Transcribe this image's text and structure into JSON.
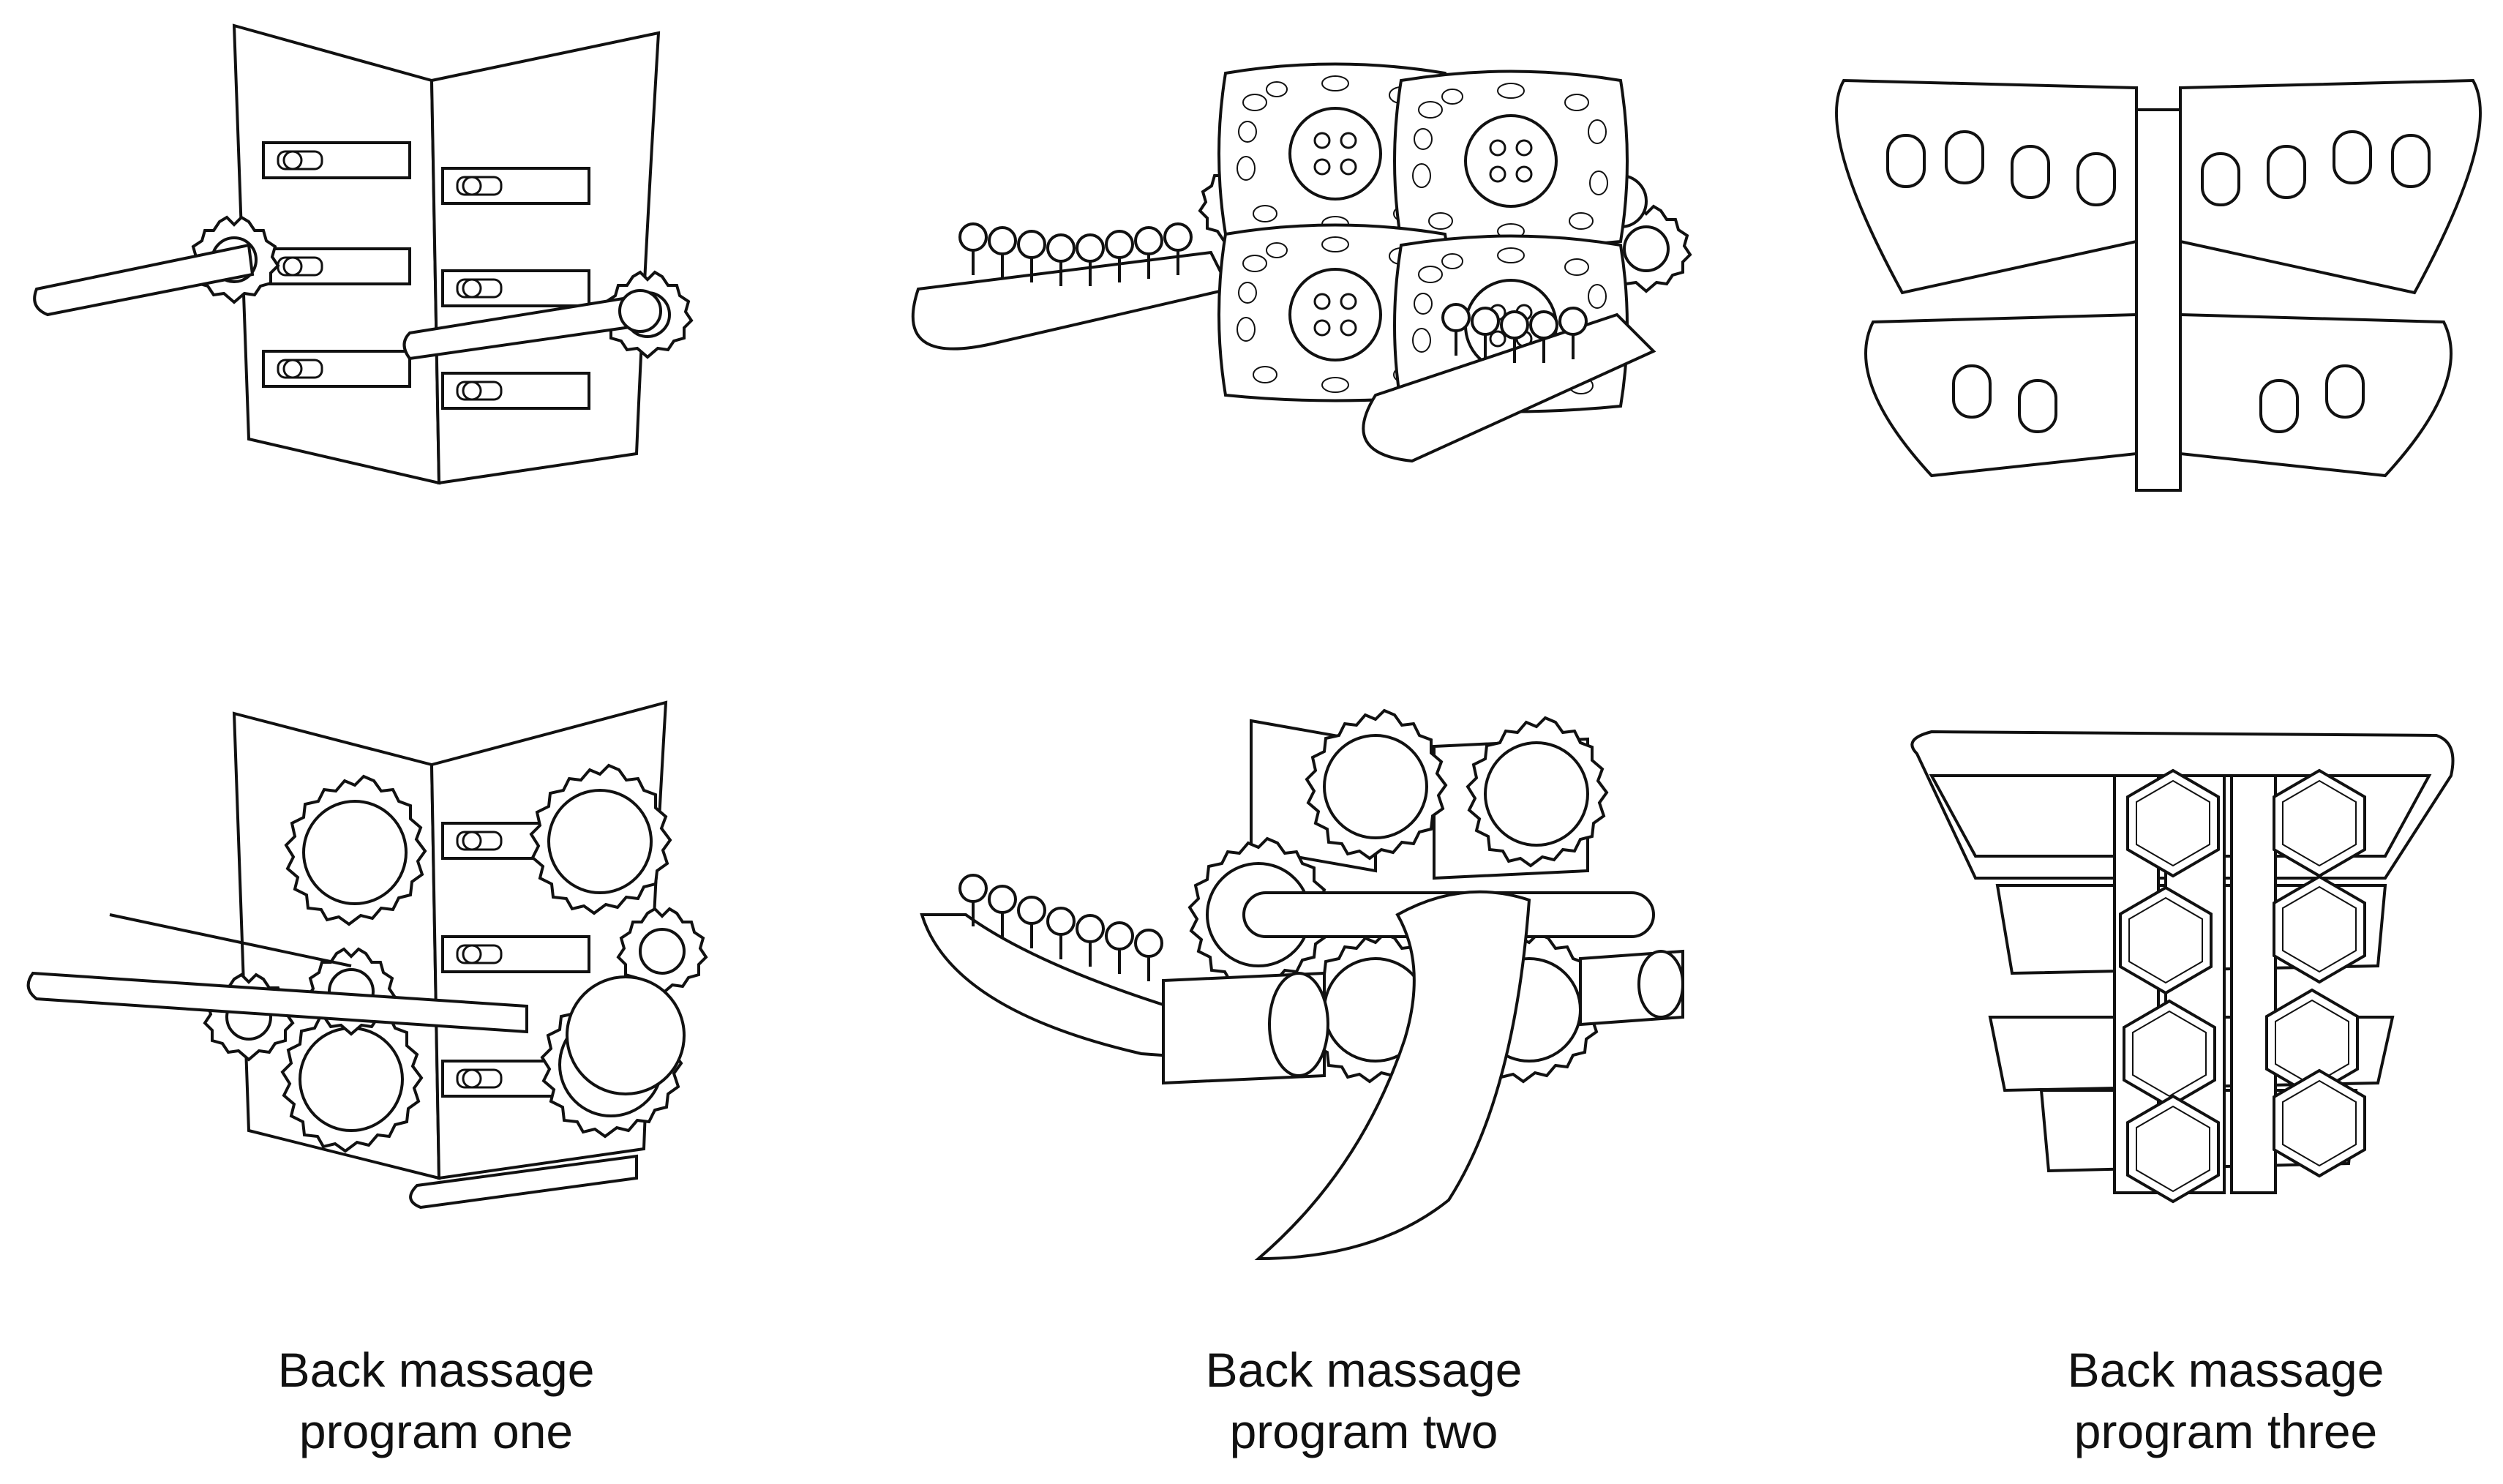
{
  "colors": {
    "line": "#111111",
    "background": "#ffffff"
  },
  "programs": [
    {
      "line1": "Back massage",
      "line2": "program one"
    },
    {
      "line1": "Back massage",
      "line2": "program two"
    },
    {
      "line1": "Back massage",
      "line2": "program three"
    }
  ]
}
